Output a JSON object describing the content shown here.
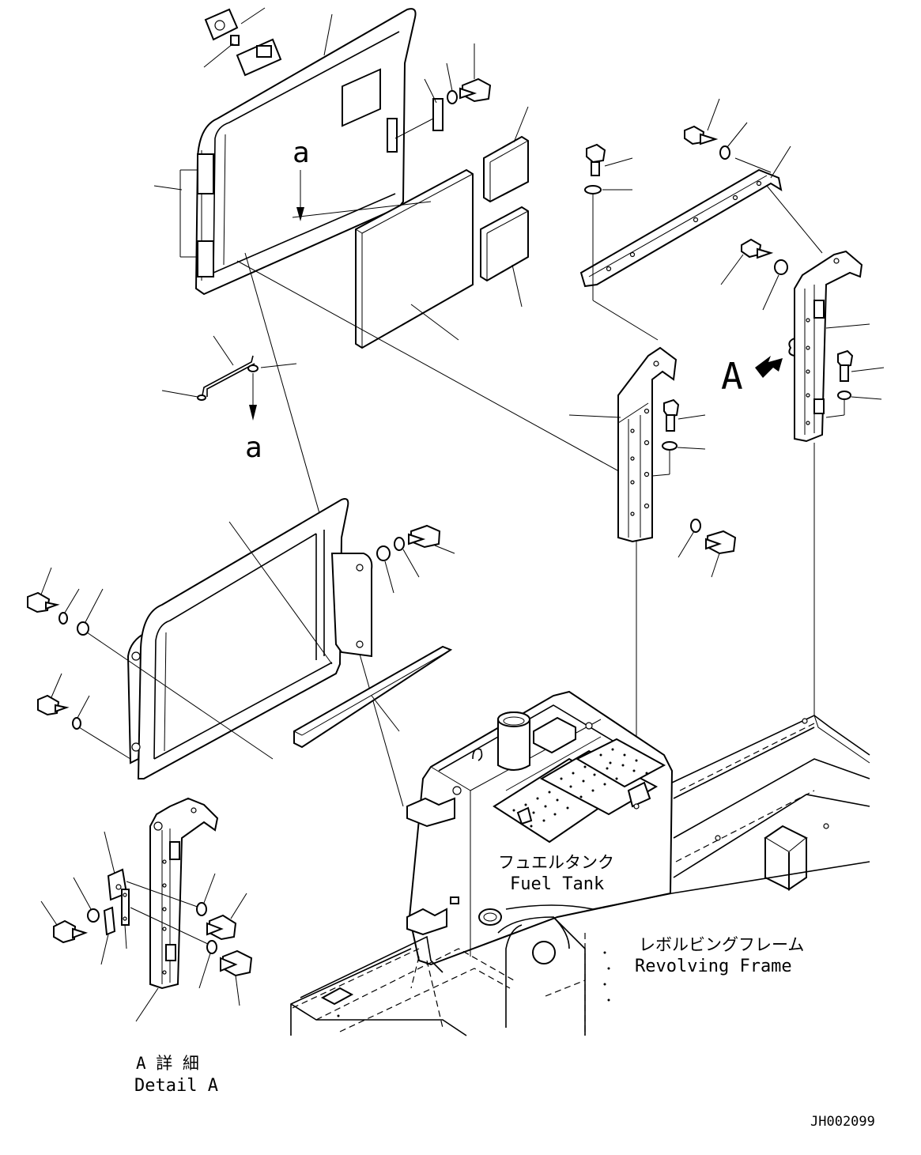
{
  "callouts": {
    "a_top": "a",
    "a_bottom": "a",
    "view_arrow": "A"
  },
  "labels": {
    "fuel_tank_jp": "フュエルタンク",
    "fuel_tank_en": "Fuel Tank",
    "revolving_frame_jp": "レボルビングフレーム",
    "revolving_frame_en": "Revolving Frame",
    "detail_a_jp": "A 詳 細",
    "detail_a_en": "Detail A"
  },
  "drawing_number": "JH002099"
}
